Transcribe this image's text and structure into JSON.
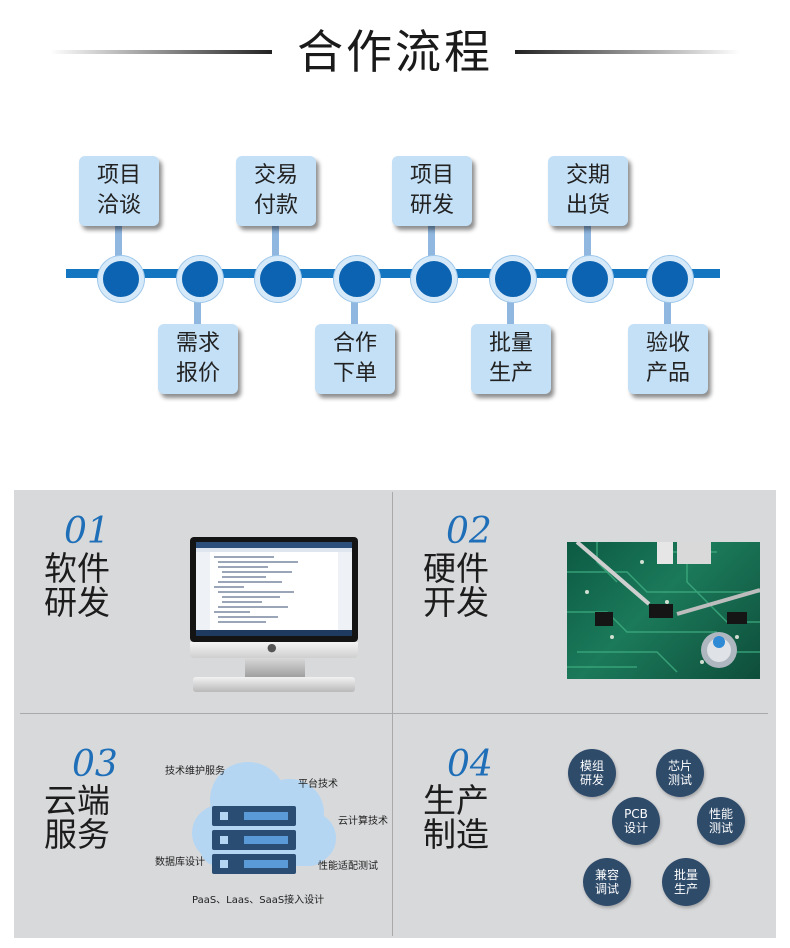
{
  "title": "合作流程",
  "steps": [
    {
      "l1": "项目",
      "l2": "洽谈"
    },
    {
      "l1": "需求",
      "l2": "报价"
    },
    {
      "l1": "交易",
      "l2": "付款"
    },
    {
      "l1": "合作",
      "l2": "下单"
    },
    {
      "l1": "项目",
      "l2": "研发"
    },
    {
      "l1": "批量",
      "l2": "生产"
    },
    {
      "l1": "交期",
      "l2": "出货"
    },
    {
      "l1": "验收",
      "l2": "产品"
    }
  ],
  "sections": [
    {
      "num": "01",
      "l1": "软件",
      "l2": "研发"
    },
    {
      "num": "02",
      "l1": "硬件",
      "l2": "开发"
    },
    {
      "num": "03",
      "l1": "云端",
      "l2": "服务"
    },
    {
      "num": "04",
      "l1": "生产",
      "l2": "制造"
    }
  ],
  "cloud": {
    "tl": "技术维护服务",
    "tr": "平台技术",
    "r": "云计算技术",
    "l": "数据库设计",
    "br": "性能适配测试",
    "bottom": "PaaS、Laas、SaaS接入设计"
  },
  "bubbles": [
    {
      "l1": "模组",
      "l2": "研发"
    },
    {
      "l1": "芯片",
      "l2": "测试"
    },
    {
      "l1": "PCB",
      "l2": "设计"
    },
    {
      "l1": "性能",
      "l2": "测试"
    },
    {
      "l1": "兼容",
      "l2": "调试"
    },
    {
      "l1": "批量",
      "l2": "生产"
    }
  ],
  "colors": {
    "accent": "#1475c1",
    "node": "#0c63b1",
    "box": "#c4e0f6",
    "bubble": "#2f4b6a",
    "number": "#1f6fb8"
  }
}
